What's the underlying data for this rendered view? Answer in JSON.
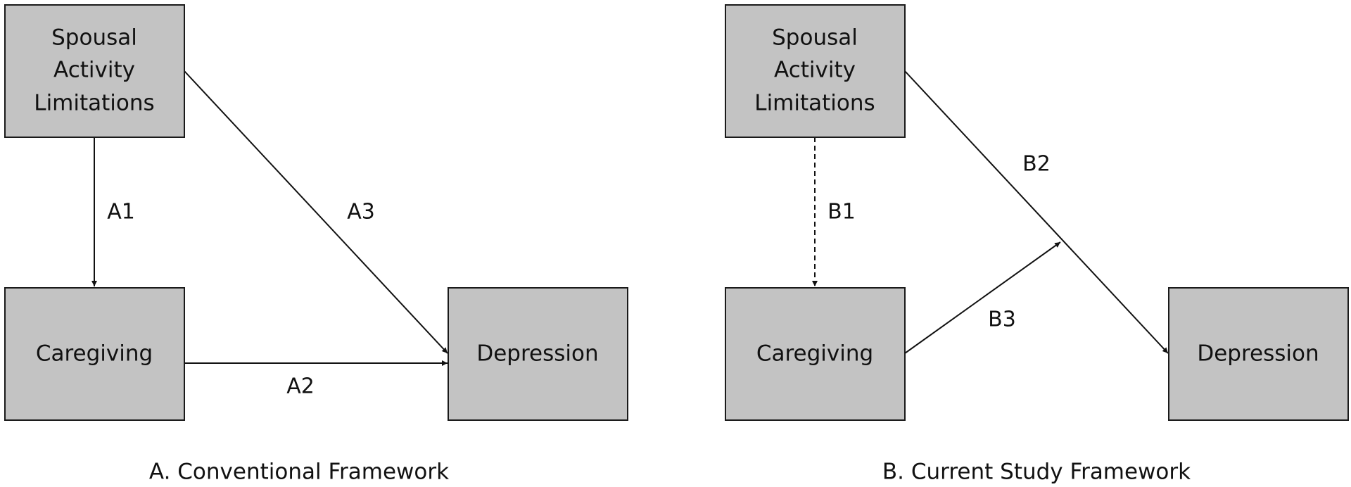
{
  "panels": {
    "a": {
      "caption": "A. Conventional Framework",
      "nodes": {
        "spousal": {
          "lines": [
            "Spousal",
            "Activity",
            "Limitations"
          ]
        },
        "caregiving": {
          "label": "Caregiving"
        },
        "depression": {
          "label": "Depression"
        }
      },
      "edges": {
        "a1": {
          "label": "A1",
          "style": "solid"
        },
        "a2": {
          "label": "A2",
          "style": "solid"
        },
        "a3": {
          "label": "A3",
          "style": "solid"
        }
      }
    },
    "b": {
      "caption": "B. Current Study Framework",
      "nodes": {
        "spousal": {
          "lines": [
            "Spousal",
            "Activity",
            "Limitations"
          ]
        },
        "caregiving": {
          "label": "Caregiving"
        },
        "depression": {
          "label": "Depression"
        }
      },
      "edges": {
        "b1": {
          "label": "B1",
          "style": "dashed"
        },
        "b2": {
          "label": "B2",
          "style": "solid"
        },
        "b3": {
          "label": "B3",
          "style": "solid"
        }
      }
    }
  },
  "colors": {
    "box_fill": "#c3c3c3",
    "box_stroke": "#1a1a1a",
    "line": "#111111",
    "text": "#111111"
  }
}
